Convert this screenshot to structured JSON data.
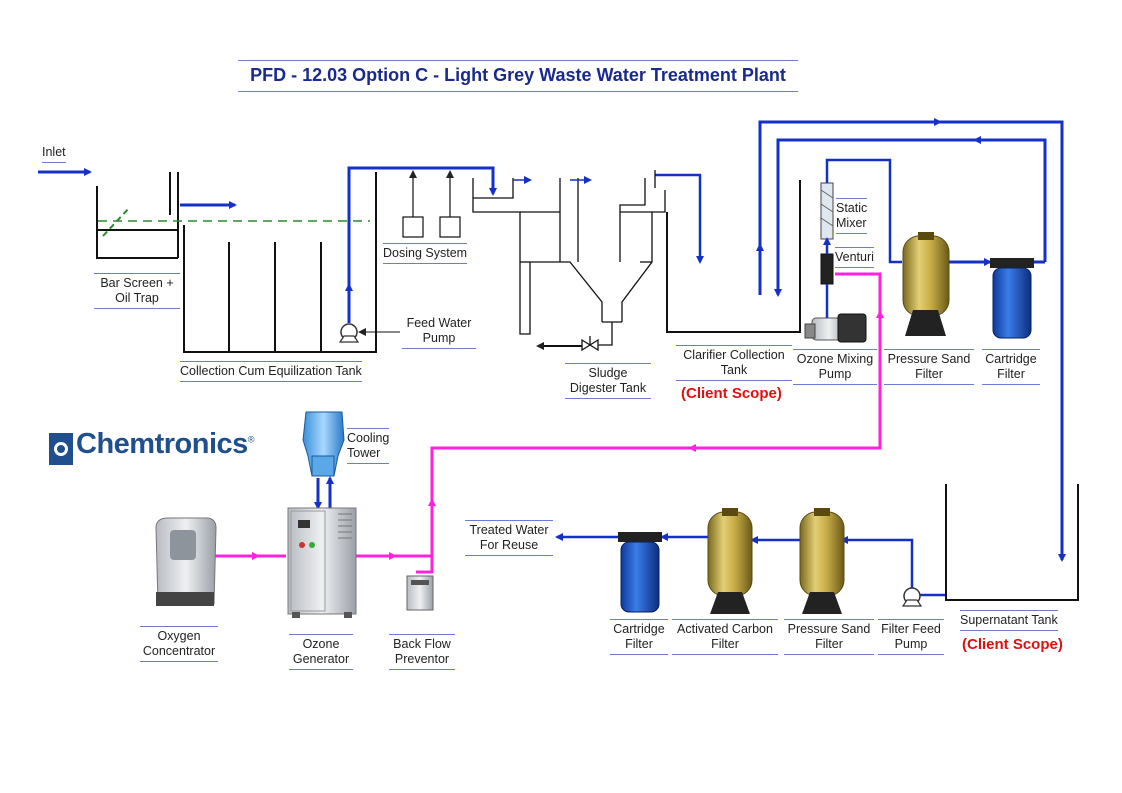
{
  "title": "PFD - 12.03 Option C - Light Grey Waste Water Treatment Plant",
  "brand": {
    "name": "Chemtronics",
    "mark": "®"
  },
  "colors": {
    "water_line": "#1530c8",
    "ozone_line": "#ff22dd",
    "oil_line": "#2c8a2c",
    "scope_text": "#e01010",
    "title_text": "#1a2a8c",
    "label_rule": "#6b7bd6"
  },
  "labels": {
    "inlet": "Inlet",
    "bar_screen_1": "Bar Screen +",
    "bar_screen_2": "Oil Trap",
    "collection_tank": "Collection Cum Equilization Tank",
    "feed_pump_1": "Feed Water",
    "feed_pump_2": "Pump",
    "dosing": "Dosing System",
    "sludge_1": "Sludge",
    "sludge_2": "Digester Tank",
    "clarifier_1": "Clarifier Collection",
    "clarifier_2": "Tank",
    "static_mixer_1": "Static",
    "static_mixer_2": "Mixer",
    "venturi": "Venturi",
    "ozone_pump_1": "Ozone Mixing",
    "ozone_pump_2": "Pump",
    "psf_top_1": "Pressure Sand",
    "psf_top_2": "Filter",
    "cart_top_1": "Cartridge",
    "cart_top_2": "Filter",
    "cooling_1": "Cooling",
    "cooling_2": "Tower",
    "oxygen_1": "Oxygen",
    "oxygen_2": "Concentrator",
    "ozone_gen_1": "Ozone",
    "ozone_gen_2": "Generator",
    "backflow_1": "Back Flow",
    "backflow_2": "Preventor",
    "treated_1": "Treated Water",
    "treated_2": "For Reuse",
    "cart_bot_1": "Cartridge",
    "cart_bot_2": "Filter",
    "acf_1": "Activated Carbon",
    "acf_2": "Filter",
    "psf_bot_1": "Pressure Sand",
    "psf_bot_2": "Filter",
    "ffp_1": "Filter Feed",
    "ffp_2": "Pump",
    "supernatant": "Supernatant Tank",
    "scope_1": "(Client Scope)",
    "scope_2": "(Client Scope)"
  }
}
